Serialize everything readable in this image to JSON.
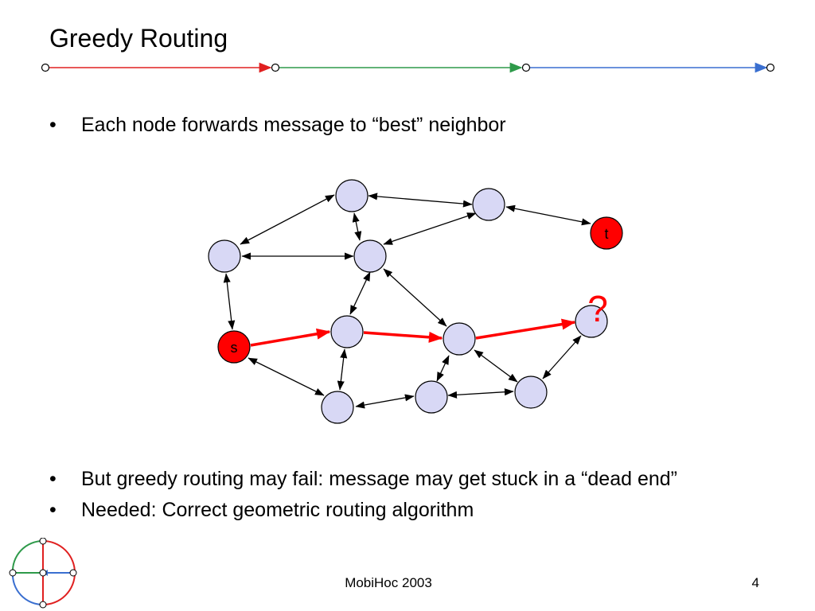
{
  "slide": {
    "title": "Greedy Routing",
    "bullets": [
      "Each node forwards message to “best” neighbor",
      "But greedy routing may fail: message may get stuck in a “dead end”",
      "Needed: Correct geometric routing algorithm"
    ],
    "bullet_glyph": "•"
  },
  "diagram": {
    "source_label": "s",
    "target_label": "t",
    "dead_end_marker": "?",
    "colors": {
      "node_fill": "#d8d8f5",
      "highlight_node": "#ff0000",
      "greedy_path": "#ff0000",
      "edge": "#000000"
    }
  },
  "footer": {
    "venue": "MobiHoc 2003",
    "page_number": "4"
  },
  "theme": {
    "rule_colors": [
      "#e02020",
      "#2e9a4a",
      "#3a6fd0"
    ]
  }
}
